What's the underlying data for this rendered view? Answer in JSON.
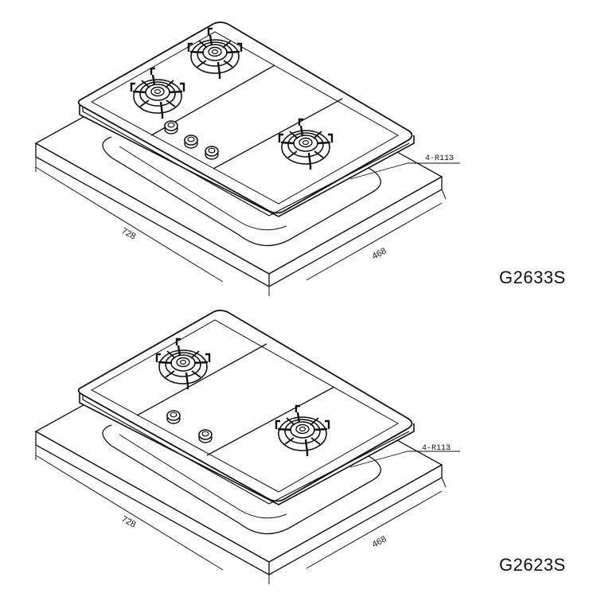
{
  "drawings": [
    {
      "model": "G2633S",
      "burners": 3,
      "knobs": 3,
      "width_dim": "728",
      "depth_dim": "468",
      "corner_radius": "4-R113"
    },
    {
      "model": "G2623S",
      "burners": 2,
      "knobs": 2,
      "width_dim": "728",
      "depth_dim": "468",
      "corner_radius": "4-R113"
    }
  ],
  "colors": {
    "line": "#111111",
    "background": "#ffffff"
  }
}
